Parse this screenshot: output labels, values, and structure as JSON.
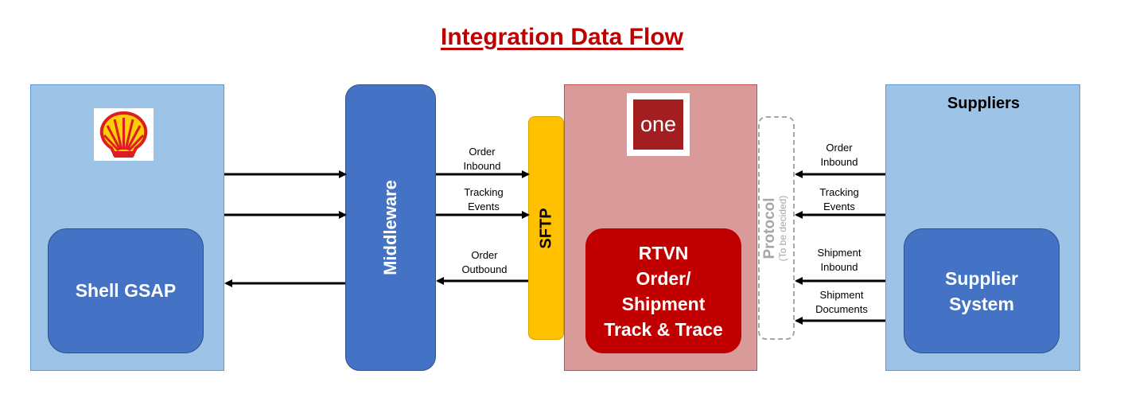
{
  "title": "Integration Data Flow",
  "shell_panel": {
    "inner_box": "Shell GSAP",
    "logo_icon": "shell-logo-icon"
  },
  "middleware": {
    "label": "Middleware"
  },
  "sftp": {
    "label": "SFTP"
  },
  "one_panel": {
    "logo_text": "one",
    "inner_box_lines": [
      "RTVN",
      "Order/",
      "Shipment",
      "Track & Trace"
    ]
  },
  "protocol": {
    "label": "Protocol",
    "sublabel": "(To be decided)"
  },
  "suppliers_panel": {
    "title": "Suppliers",
    "inner_box_lines": [
      "Supplier",
      "System"
    ]
  },
  "flows_middleware_sftp": [
    {
      "lines": [
        "Order",
        "Inbound"
      ],
      "direction": "right"
    },
    {
      "lines": [
        "Tracking",
        "Events"
      ],
      "direction": "right"
    },
    {
      "lines": [
        "Order",
        "Outbound"
      ],
      "direction": "left"
    }
  ],
  "flows_supplier_one": [
    {
      "lines": [
        "Order",
        "Inbound"
      ],
      "direction": "left"
    },
    {
      "lines": [
        "Tracking",
        "Events"
      ],
      "direction": "left"
    },
    {
      "lines": [
        "Shipment",
        "Inbound"
      ],
      "direction": "left"
    },
    {
      "lines": [
        "Shipment",
        "Documents"
      ],
      "direction": "left"
    }
  ],
  "colors": {
    "title": "#c00000",
    "light_panel": "#9dc3e6",
    "blue_box": "#4472c4",
    "sftp": "#ffc000",
    "one_panel": "#d99a9a",
    "red_box": "#c00000"
  }
}
